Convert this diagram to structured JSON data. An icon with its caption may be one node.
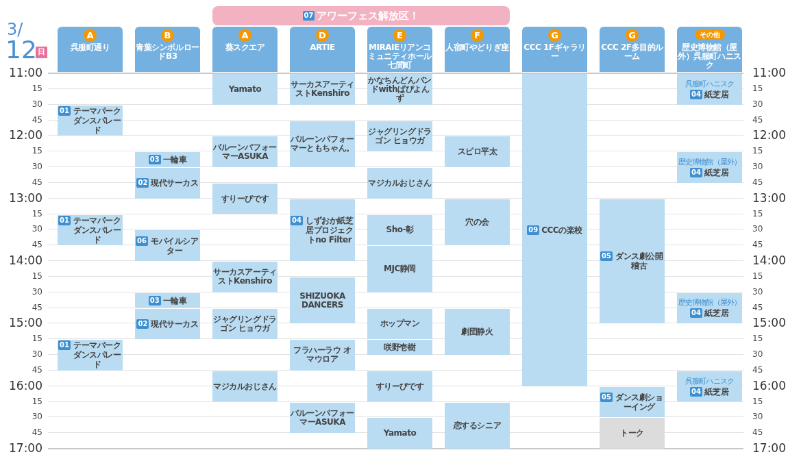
{
  "diagram": {
    "nodes": [
      {
        "text": [
          "07",
          "アワーフェス解放区！"
        ]
      },
      {
        "text": [
          "A",
          "呉服町通り"
        ]
      },
      {
        "text": [
          "B",
          "青葉シンボルロードB3"
        ]
      },
      {
        "text": [
          "A",
          "葵スクエア"
        ]
      },
      {
        "text": [
          "D",
          "ARTIE"
        ]
      },
      {
        "text": [
          "E",
          "MIRAIEリアンコミュニティホール七間町"
        ]
      },
      {
        "text": [
          "F",
          "人宿町やどりぎ座"
        ]
      },
      {
        "text": [
          "G",
          "CCC 1Fギャラリー"
        ]
      },
      {
        "text": [
          "G",
          "CCC 2F多目的ルーム"
        ]
      },
      {
        "text": [
          "その他",
          "歴史博物館（屋外）呉服町ハニスク"
        ]
      },
      {
        "text": [
          "01",
          "テーマパークダンスパレード"
        ]
      },
      {
        "text": [
          "01",
          "テーマパークダンスパレード"
        ]
      },
      {
        "text": [
          "01",
          "テーマパークダンスパレード"
        ]
      },
      {
        "text": [
          "03",
          "一輪車"
        ]
      },
      {
        "text": [
          "02",
          "現代サーカス"
        ]
      },
      {
        "text": [
          "06",
          "モバイルシアター"
        ]
      },
      {
        "text": [
          "03",
          "一輪車"
        ]
      },
      {
        "text": [
          "02",
          "現代サーカス"
        ]
      },
      {
        "text": [
          "Yamato"
        ]
      },
      {
        "text": [
          "バルーンパフォーマーASUKA"
        ]
      },
      {
        "text": [
          "すりーぴです"
        ]
      },
      {
        "text": [
          "サーカスアーティストKenshiro"
        ]
      },
      {
        "text": [
          "ジャグリングドラゴン ヒョウガ"
        ]
      },
      {
        "text": [
          "マジカルおじさん"
        ]
      },
      {
        "text": [
          "サーカスアーティストKenshiro"
        ]
      },
      {
        "text": [
          "バルーンパフォーマーともちゃん。"
        ]
      },
      {
        "text": [
          "04",
          "しずおか紙芝居プロジェクトno Filter"
        ]
      },
      {
        "text": [
          "SHIZUOKA DANCERS"
        ]
      },
      {
        "text": [
          "フラハーラウ オマウロア"
        ]
      },
      {
        "text": [
          "バルーンパフォーマーASUKA"
        ]
      },
      {
        "text": [
          "かなちんどんバンドwithぱぴよんず"
        ]
      },
      {
        "text": [
          "ジャグリングドラゴン ヒョウガ"
        ]
      },
      {
        "text": [
          "マジカルおじさん"
        ]
      },
      {
        "text": [
          "Sho-彰"
        ]
      },
      {
        "text": [
          "MJC静岡"
        ]
      },
      {
        "text": [
          "ホップマン"
        ]
      },
      {
        "text": [
          "咲野壱樹"
        ]
      },
      {
        "text": [
          "すりーぴです"
        ]
      },
      {
        "text": [
          "Yamato"
        ]
      },
      {
        "text": [
          "スピロ平太"
        ]
      },
      {
        "text": [
          "穴の会"
        ]
      },
      {
        "text": [
          "劇団静火"
        ]
      },
      {
        "text": [
          "恋するシニア"
        ]
      },
      {
        "text": [
          "09",
          "CCCの楽校"
        ]
      },
      {
        "text": [
          "05",
          "ダンス劇公開稽古"
        ]
      },
      {
        "text": [
          "05",
          "ダンス劇ショーイング"
        ]
      },
      {
        "text": [
          "トーク"
        ]
      },
      {
        "text": [
          "呉服町ハニスク",
          "04",
          "紙芝居"
        ]
      },
      {
        "text": [
          "歴史博物館（屋外）",
          "04",
          "紙芝居"
        ]
      },
      {
        "text": [
          "歴史博物館（屋外）",
          "04",
          "紙芝居"
        ]
      },
      {
        "text": [
          "呉服町ハニスク",
          "04",
          "紙芝居"
        ]
      }
    ],
    "labels": [
      "3/",
      "12",
      "日",
      "11:00",
      "11:00",
      "15",
      "15",
      "30",
      "30",
      "45",
      "45",
      "12:00",
      "12:00",
      "15",
      "15",
      "30",
      "30",
      "45",
      "45",
      "13:00",
      "13:00",
      "15",
      "15",
      "30",
      "30",
      "45",
      "45",
      "14:00",
      "14:00",
      "15",
      "15",
      "30",
      "30",
      "45",
      "45",
      "15:00",
      "15:00",
      "15",
      "15",
      "30",
      "30",
      "45",
      "45",
      "16:00",
      "16:00",
      "15",
      "15",
      "30",
      "30",
      "45",
      "45",
      "17:00",
      "17:00"
    ]
  }
}
